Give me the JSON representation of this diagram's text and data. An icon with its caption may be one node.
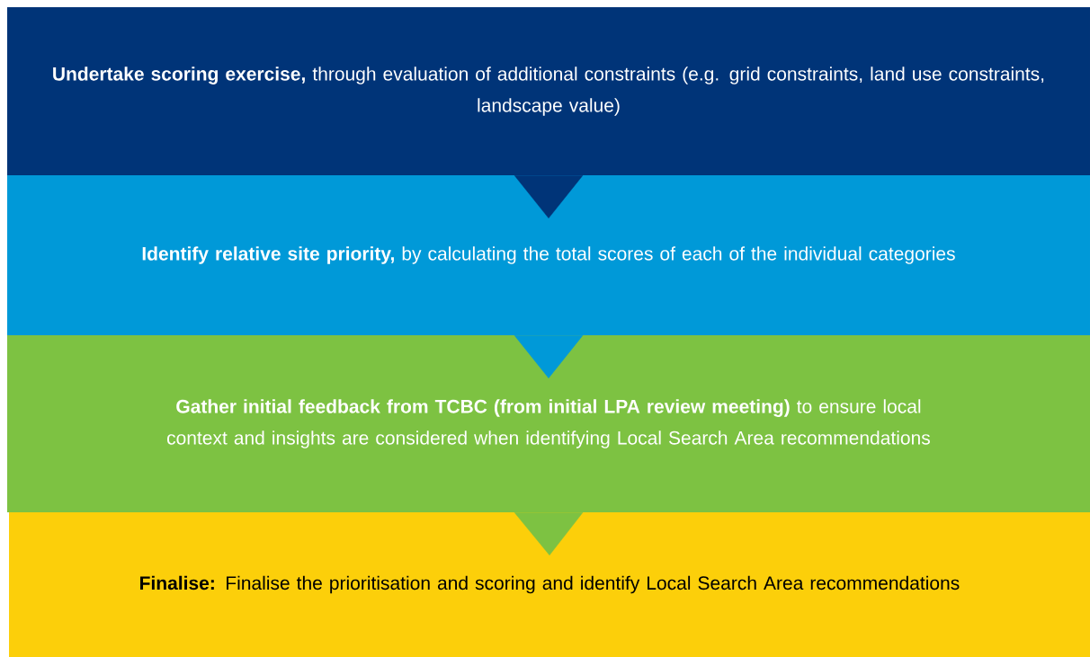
{
  "diagram": {
    "nodes": [
      {
        "text": [
          "**Undertake scoring exercise,** through evaluation of additional constraints (e.g. grid constraints, land use constraints, landscape value)"
        ]
      },
      {
        "text": [
          "**Identify relative site priority,** by calculating the total scores of each of the individual categories"
        ]
      },
      {
        "text": [
          "**Gather initial feedback from TCBC (from initial LPA review meeting)** to ensure local context and insights are considered when identifying Local Search Area recommendations"
        ]
      },
      {
        "text": [
          "**Finalise:** Finalise the prioritisation and scoring and identify Local Search Area recommendations"
        ]
      }
    ],
    "edges": [
      {
        "from": 0,
        "to": 1,
        "arrow": "to"
      },
      {
        "from": 1,
        "to": 2,
        "arrow": "to"
      },
      {
        "from": 2,
        "to": 3,
        "arrow": "to"
      }
    ]
  }
}
